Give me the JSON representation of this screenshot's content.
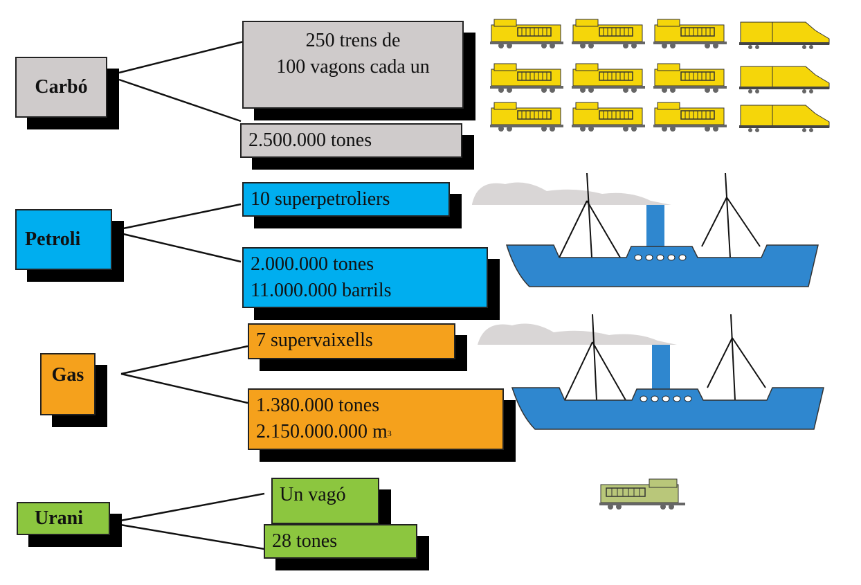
{
  "colors": {
    "coal": "#cfcbcb",
    "oil": "#00aeef",
    "gas": "#f5a11c",
    "uranium": "#8cc63f",
    "ship": "#2f87cf",
    "train": "#f5d60a",
    "smoke": "#d9d6d6"
  },
  "carbo": {
    "label": "Carbó",
    "line1": "250 trens de",
    "line2": "100 vagons cada un",
    "amount": "2.500.000 tones"
  },
  "petroli": {
    "label": "Petroli",
    "vehicles": "10 superpetroliers",
    "amount_tons": "2.000.000 tones",
    "amount_barrels": "11.000.000 barrils"
  },
  "gas": {
    "label": "Gas",
    "vehicles": "7 supervaixells",
    "amount_tons": "1.380.000 tones",
    "amount_volume": "2.150.000.000 m",
    "volume_exponent": "3"
  },
  "urani": {
    "label": "Urani",
    "vehicles": "Un vagó",
    "amount": "28 tones"
  },
  "icons": [
    "train-icon",
    "tanker-ship-icon",
    "gas-ship-icon",
    "wagon-icon"
  ]
}
